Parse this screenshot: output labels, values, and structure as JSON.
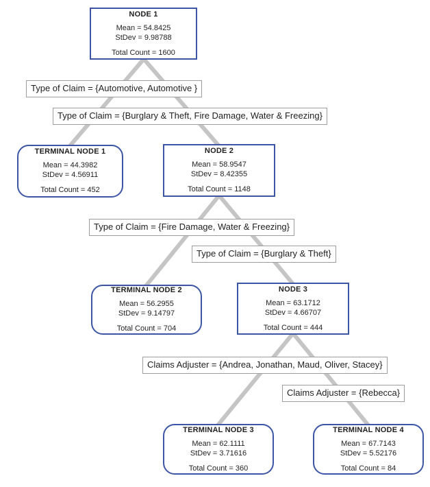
{
  "diagram": {
    "type": "regression-decision-tree",
    "accent_color": "#3c55a4",
    "edge_line_color": "#c5c5c5",
    "label_border_color": "#9d9d9d",
    "nodes": [
      {
        "id": "node-1",
        "title": "NODE 1",
        "mean_line": "Mean = 54.8425",
        "stdev_line": "StDev = 9.98788",
        "count_line": "Total Count = 1600",
        "terminal": false
      },
      {
        "id": "terminal-node-1",
        "title": "TERMINAL NODE 1",
        "mean_line": "Mean = 44.3982",
        "stdev_line": "StDev = 4.56911",
        "count_line": "Total Count = 452",
        "terminal": true
      },
      {
        "id": "node-2",
        "title": "NODE 2",
        "mean_line": "Mean = 58.9547",
        "stdev_line": "StDev = 8.42355",
        "count_line": "Total Count = 1148",
        "terminal": false
      },
      {
        "id": "terminal-node-2",
        "title": "TERMINAL NODE 2",
        "mean_line": "Mean = 56.2955",
        "stdev_line": "StDev = 9.14797",
        "count_line": "Total Count = 704",
        "terminal": true
      },
      {
        "id": "node-3",
        "title": "NODE 3",
        "mean_line": "Mean = 63.1712",
        "stdev_line": "StDev = 4.66707",
        "count_line": "Total Count = 444",
        "terminal": false
      },
      {
        "id": "terminal-node-3",
        "title": "TERMINAL NODE 3",
        "mean_line": "Mean = 62.1111",
        "stdev_line": "StDev = 3.71616",
        "count_line": "Total Count = 360",
        "terminal": true
      },
      {
        "id": "terminal-node-4",
        "title": "TERMINAL NODE 4",
        "mean_line": "Mean = 67.7143",
        "stdev_line": "StDev = 5.52176",
        "count_line": "Total Count = 84",
        "terminal": true
      }
    ],
    "edges": [
      {
        "from": "node-1",
        "to": "terminal-node-1",
        "label": "Type of Claim = {Automotive, Automotive }"
      },
      {
        "from": "node-1",
        "to": "node-2",
        "label": "Type of Claim = {Burglary & Theft, Fire Damage, Water & Freezing}"
      },
      {
        "from": "node-2",
        "to": "terminal-node-2",
        "label": "Type of Claim = {Fire Damage, Water & Freezing}"
      },
      {
        "from": "node-2",
        "to": "node-3",
        "label": "Type of Claim = {Burglary & Theft}"
      },
      {
        "from": "node-3",
        "to": "terminal-node-3",
        "label": "Claims Adjuster = {Andrea, Jonathan, Maud, Oliver, Stacey}"
      },
      {
        "from": "node-3",
        "to": "terminal-node-4",
        "label": "Claims Adjuster = {Rebecca}"
      }
    ]
  }
}
